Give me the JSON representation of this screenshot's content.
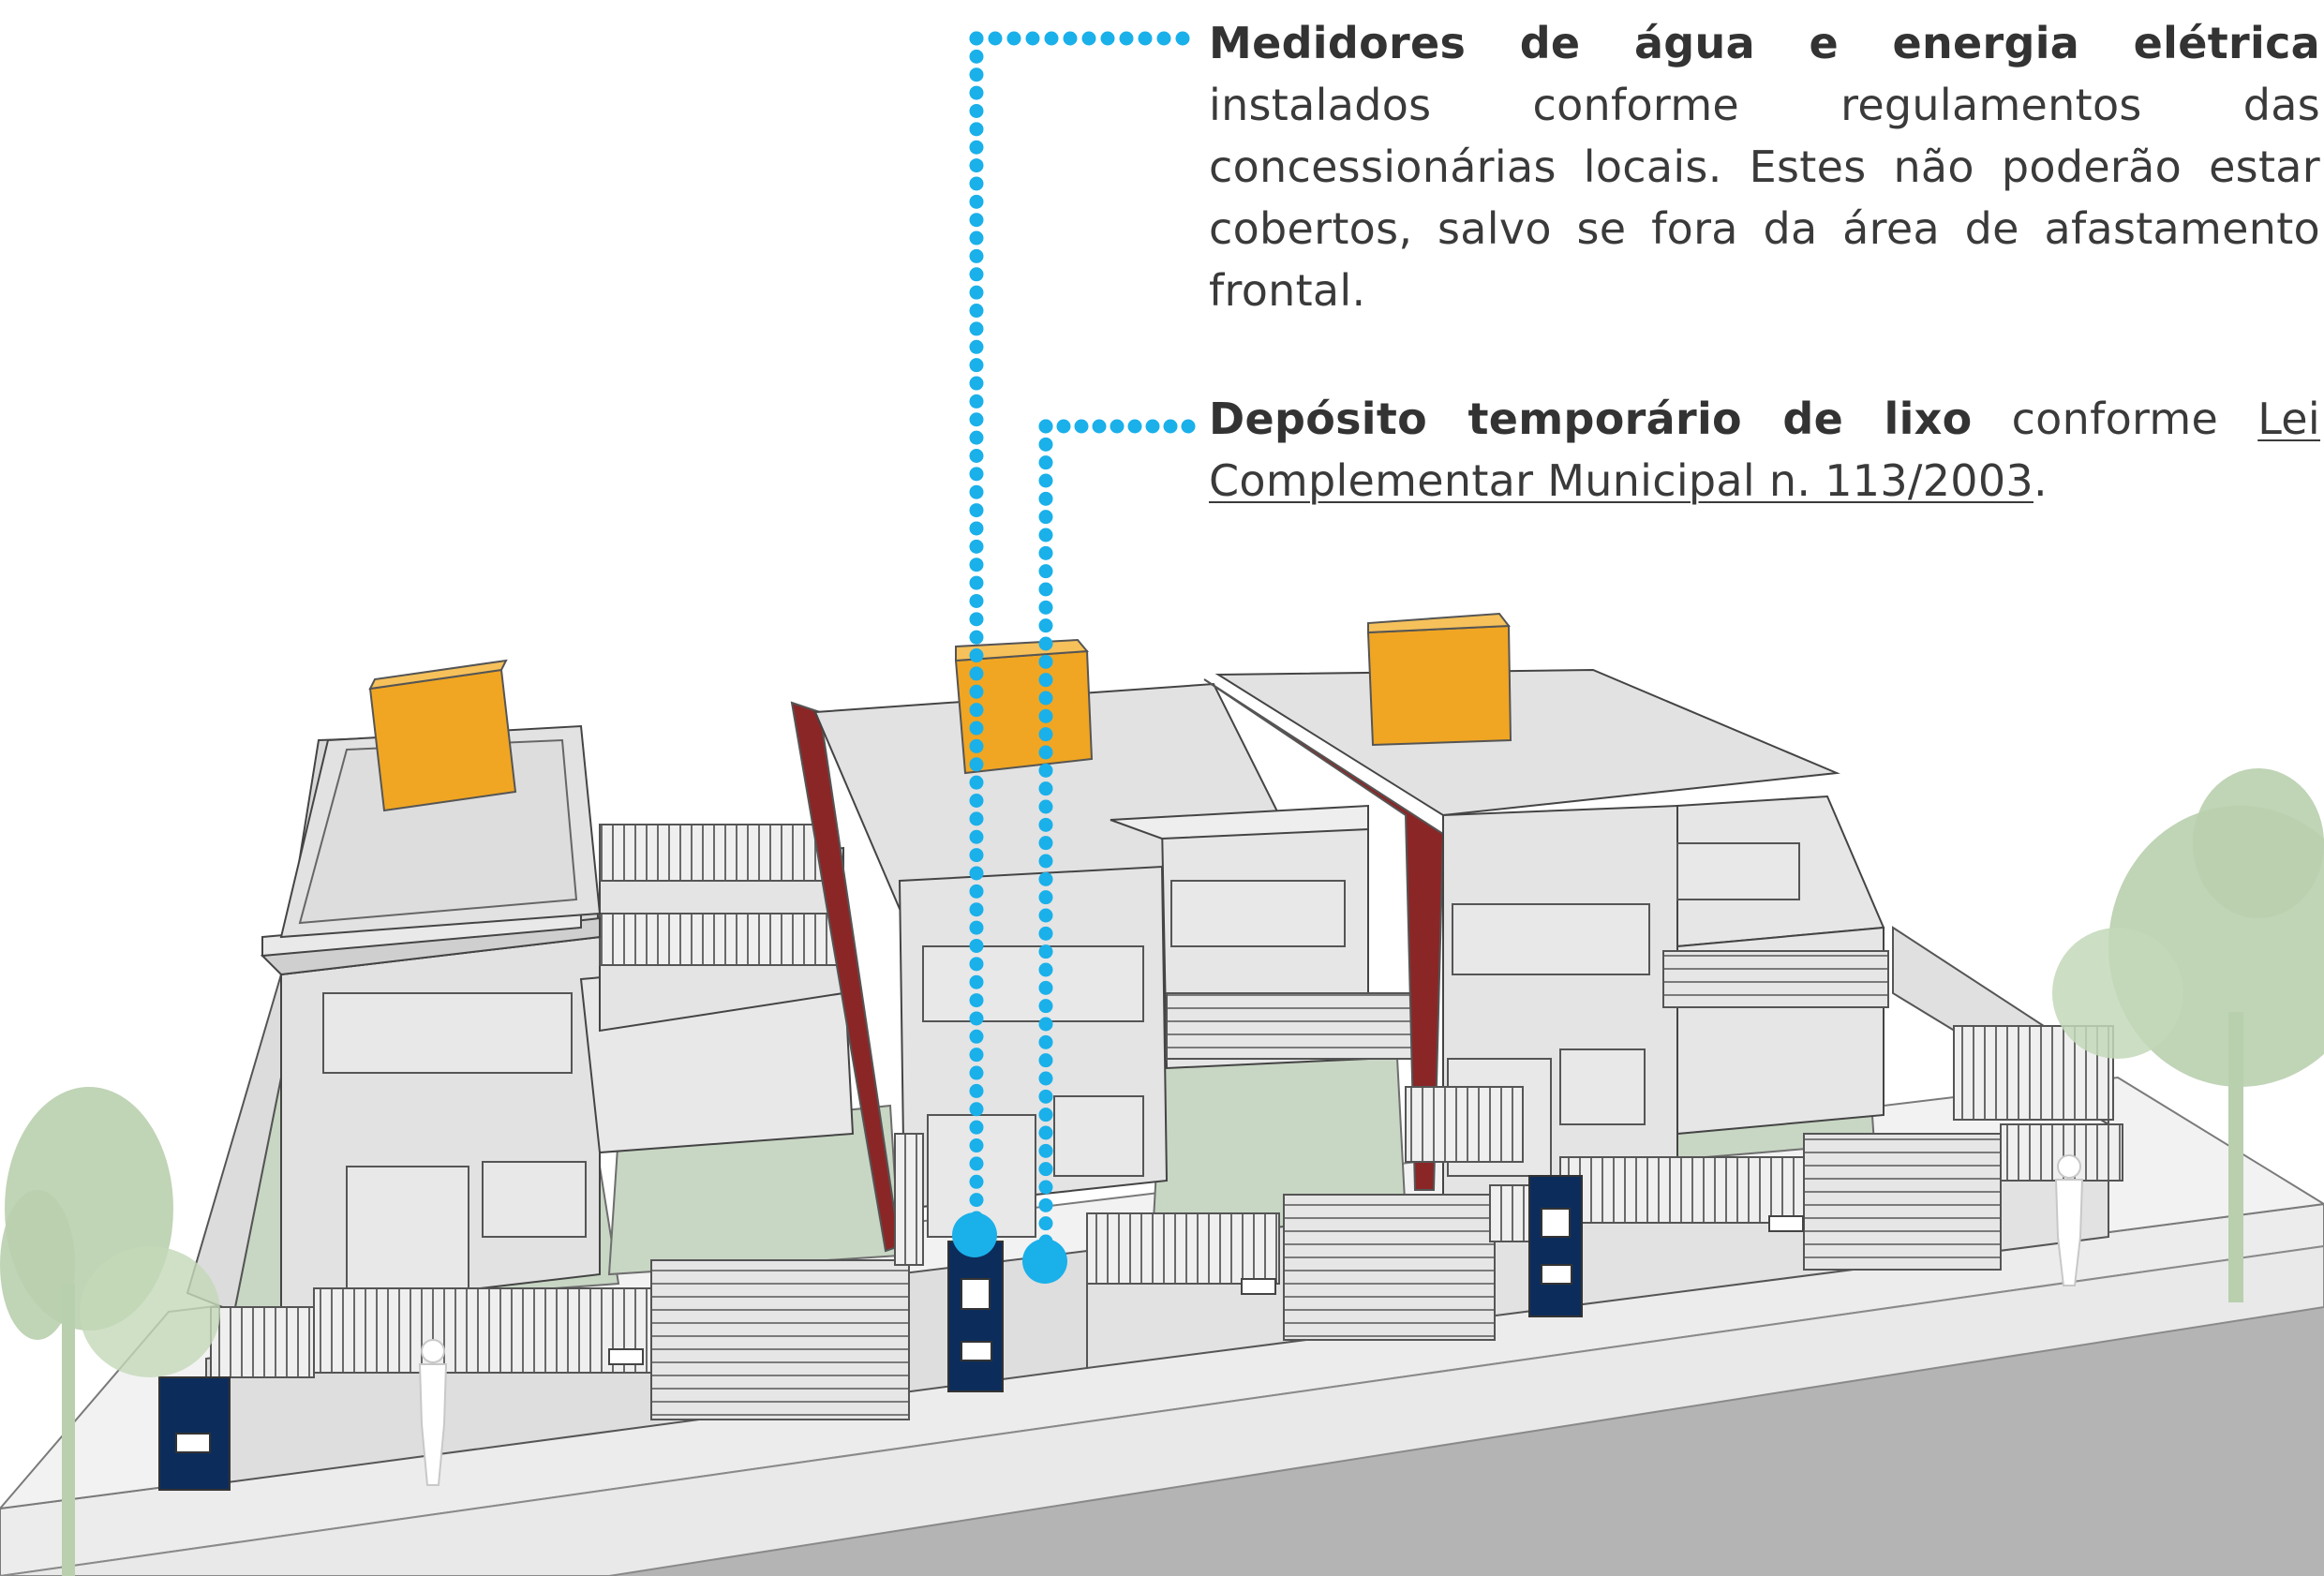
{
  "annotations": [
    {
      "bold": "Medidores de água e energia elétrica",
      "text": " instalados conforme regulamentos das concessionárias locais. Estes não poderão estar cobertos, salvo se fora da área de afastamento frontal."
    },
    {
      "bold": "Depósito temporário de lixo",
      "text": " conforme ",
      "link": "Lei Complementar Municipal n. 113/2003",
      "suffix": "."
    }
  ],
  "colors": {
    "callout": "#1ab0ea",
    "water_tank": "#f0a623",
    "party_wall": "#8b2627",
    "meter_box": "#0c2d5c",
    "lawn": "#c8d6c4",
    "tree": "#b9cfae",
    "building": "#e4e4e4",
    "road": "#b4b4b4"
  },
  "icons": [
    "water-tank-icon",
    "meter-box-icon",
    "pedestrian-icon",
    "tree-icon",
    "mailbox-icon"
  ]
}
